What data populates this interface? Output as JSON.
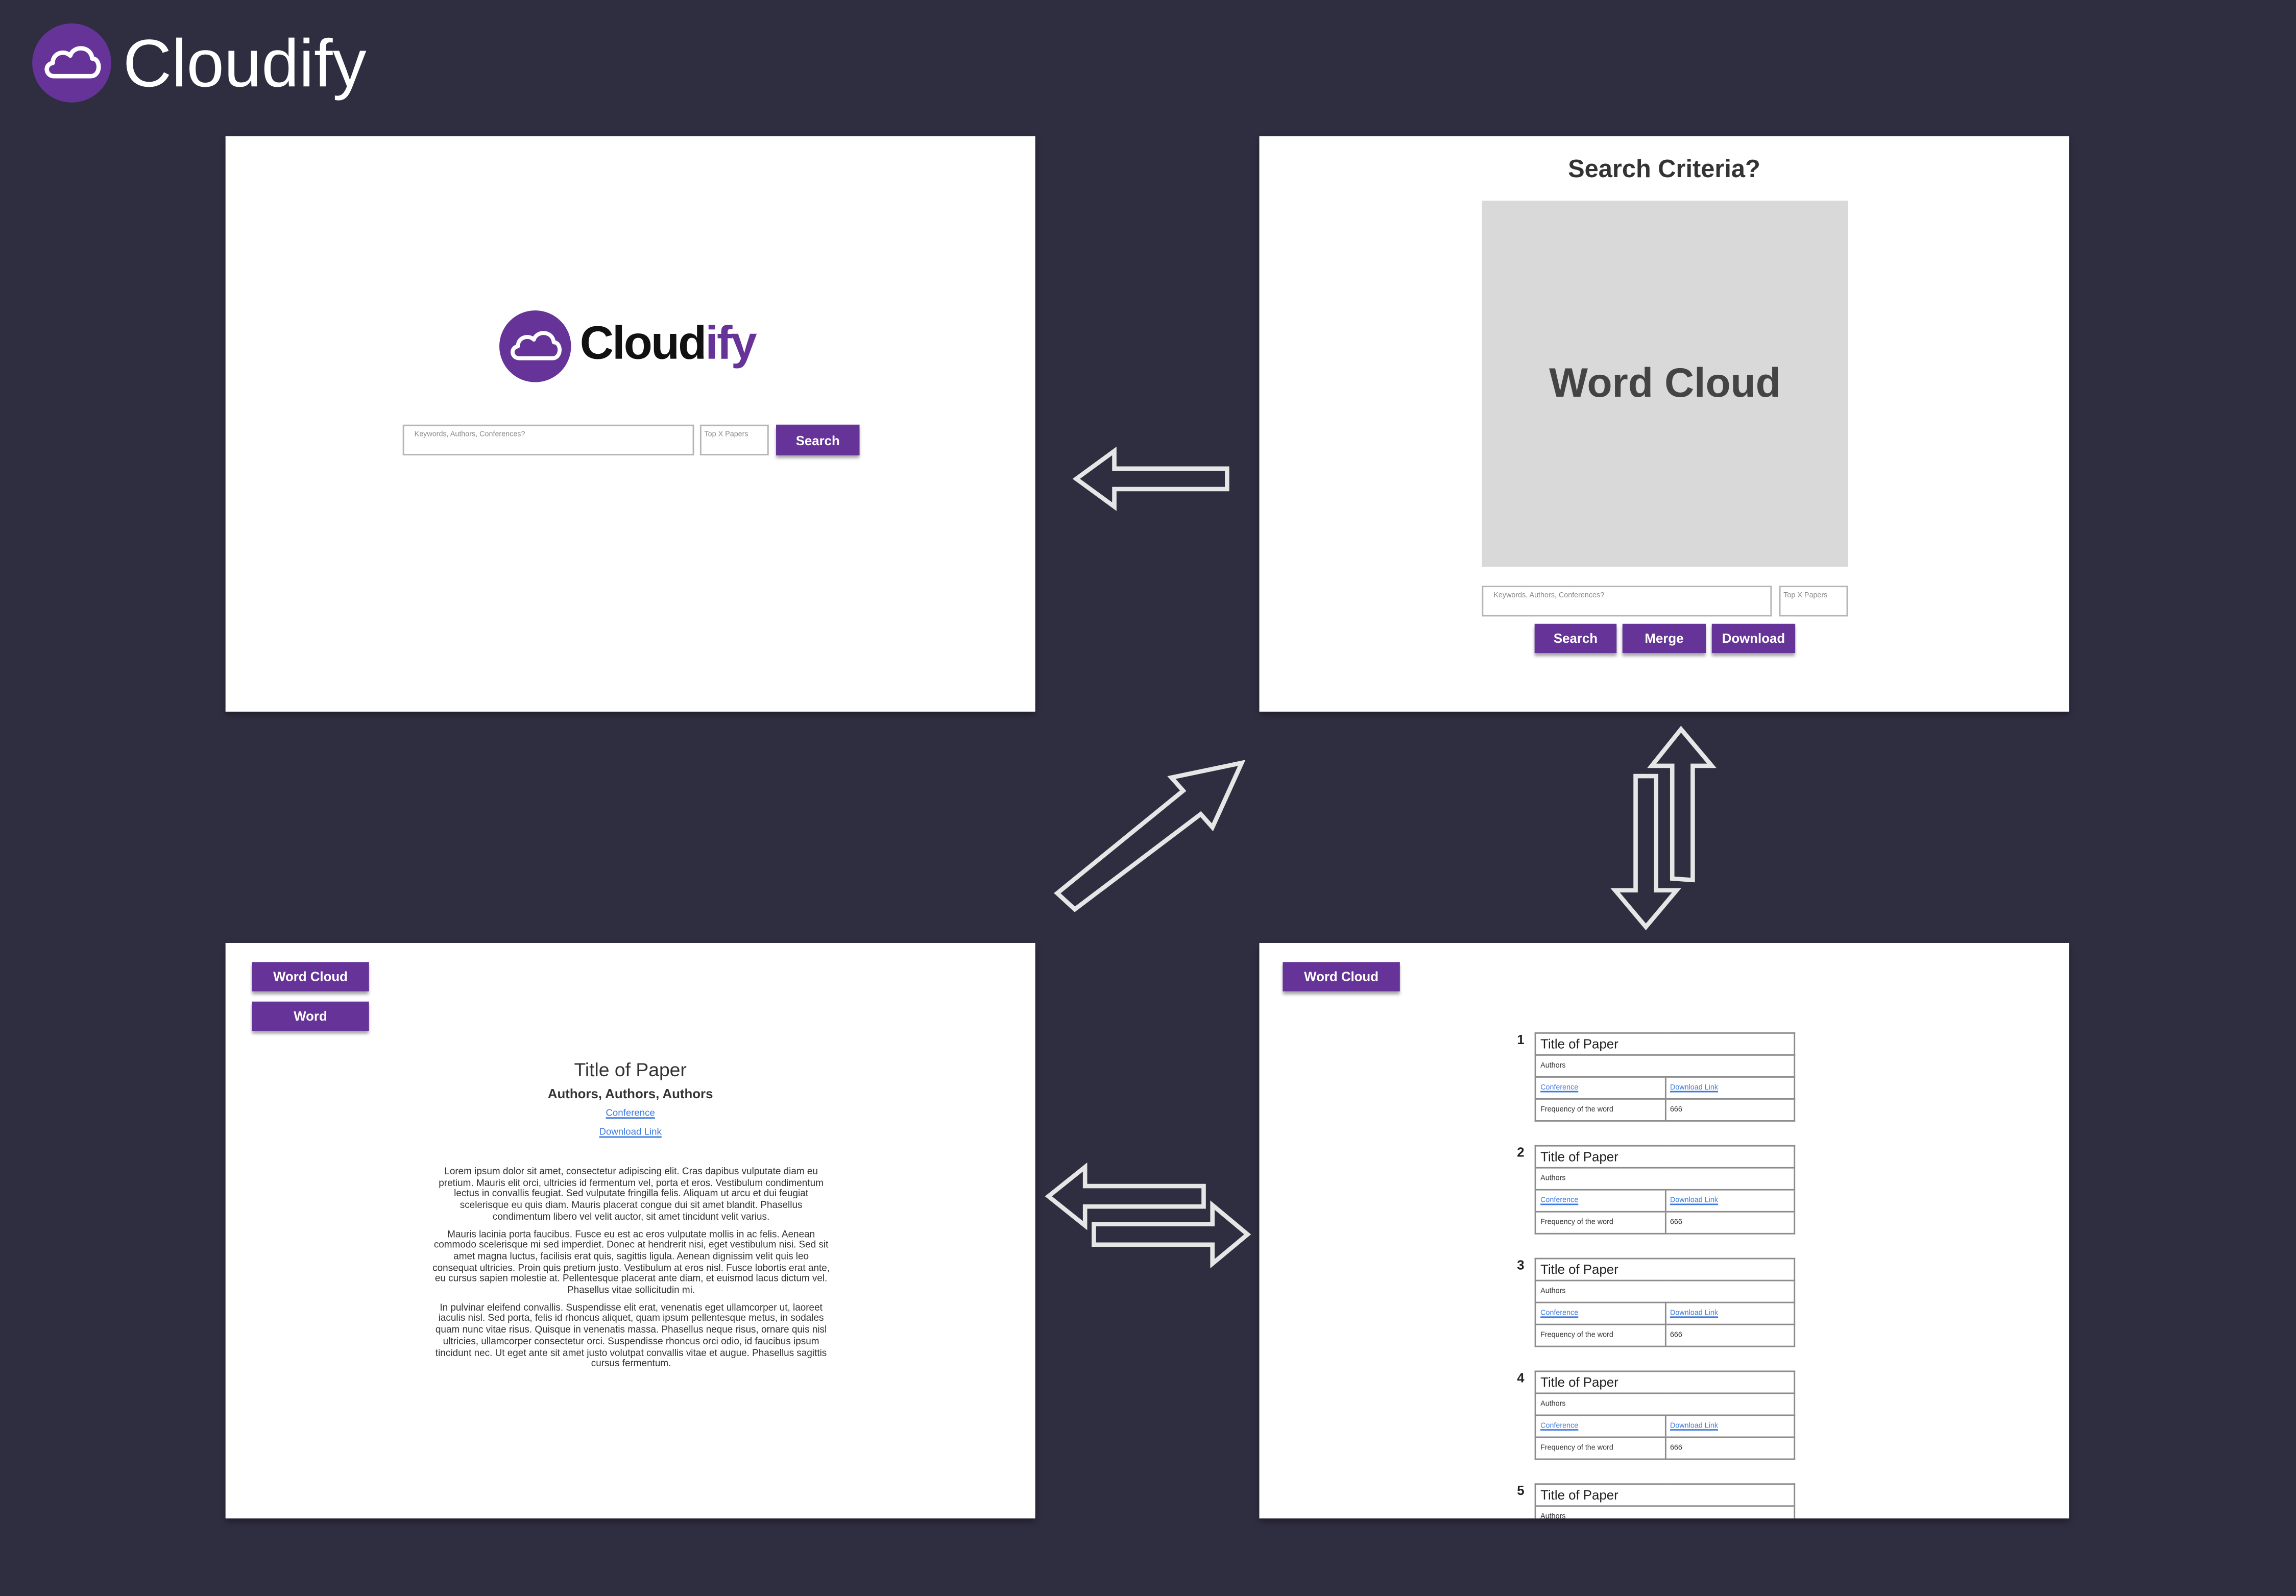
{
  "app": {
    "name": "Cloudify"
  },
  "colors": {
    "background": "#2f2d40",
    "accent": "#663399",
    "link": "#3e7be0",
    "placeholder_box": "#d9d9d9"
  },
  "icons": {
    "logo": "cloud-icon",
    "arrows": [
      "arrow-left-icon",
      "arrow-diagonal-icon",
      "arrow-vertical-double-icon",
      "arrow-horizontal-double-icon"
    ]
  },
  "home": {
    "search_placeholder": "Keywords, Authors, Conferences?",
    "topx_placeholder": "Top X Papers",
    "search_button": "Search"
  },
  "results": {
    "title": "Search Criteria?",
    "word_cloud_label": "Word Cloud",
    "search_placeholder": "Keywords, Authors, Conferences?",
    "topx_placeholder": "Top X Papers",
    "buttons": [
      "Search",
      "Merge",
      "Download"
    ]
  },
  "paper": {
    "buttons": [
      "Word Cloud",
      "Word"
    ],
    "title": "Title of Paper",
    "authors": "Authors, Authors, Authors",
    "conference": "Conference",
    "download": "Download Link",
    "paragraphs": [
      "Lorem ipsum dolor sit amet, consectetur adipiscing elit. Cras dapibus vulputate diam eu pretium. Mauris elit orci, ultricies id fermentum vel, porta et eros. Vestibulum condimentum lectus in convallis feugiat. Sed vulputate fringilla felis. Aliquam ut arcu et dui feugiat scelerisque eu quis diam. Mauris placerat congue dui sit amet blandit. Phasellus condimentum libero vel velit auctor, sit amet tincidunt velit varius.",
      "Mauris lacinia porta faucibus. Fusce eu est ac eros vulputate mollis in ac felis. Aenean commodo scelerisque mi sed imperdiet. Donec at hendrerit nisi, eget vestibulum nisi. Sed sit amet magna luctus, facilisis erat quis, sagittis ligula. Aenean dignissim velit quis leo consequat ultricies. Proin quis pretium justo. Vestibulum at eros nisl. Fusce lobortis erat ante, eu cursus sapien molestie at. Pellentesque placerat ante diam, et euismod lacus dictum vel. Phasellus vitae sollicitudin mi.",
      "In pulvinar eleifend convallis. Suspendisse elit erat, venenatis eget ullamcorper ut, laoreet iaculis nisl. Sed porta, felis id rhoncus aliquet, quam ipsum pellentesque metus, in sodales quam nunc vitae risus. Quisque in venenatis massa. Phasellus neque risus, ornare quis nisl ultricies, ullamcorper consectetur orci. Suspendisse rhoncus orci odio, id faucibus ipsum tincidunt nec. Ut eget ante sit amet justo volutpat convallis vitae et augue. Phasellus sagittis cursus fermentum."
    ]
  },
  "list": {
    "button": "Word Cloud",
    "items": [
      {
        "num": "1",
        "title": "Title of Paper",
        "authors": "Authors",
        "conference": "Conference",
        "download": "Download Link",
        "freq_label": "Frequency of the word",
        "freq_value": "666"
      },
      {
        "num": "2",
        "title": "Title of Paper",
        "authors": "Authors",
        "conference": "Conference",
        "download": "Download Link",
        "freq_label": "Frequency of the word",
        "freq_value": "666"
      },
      {
        "num": "3",
        "title": "Title of Paper",
        "authors": "Authors",
        "conference": "Conference",
        "download": "Download Link",
        "freq_label": "Frequency of the word",
        "freq_value": "666"
      },
      {
        "num": "4",
        "title": "Title of Paper",
        "authors": "Authors",
        "conference": "Conference",
        "download": "Download Link",
        "freq_label": "Frequency of the word",
        "freq_value": "666"
      },
      {
        "num": "5",
        "title": "Title of Paper",
        "authors": "Authors"
      }
    ]
  }
}
